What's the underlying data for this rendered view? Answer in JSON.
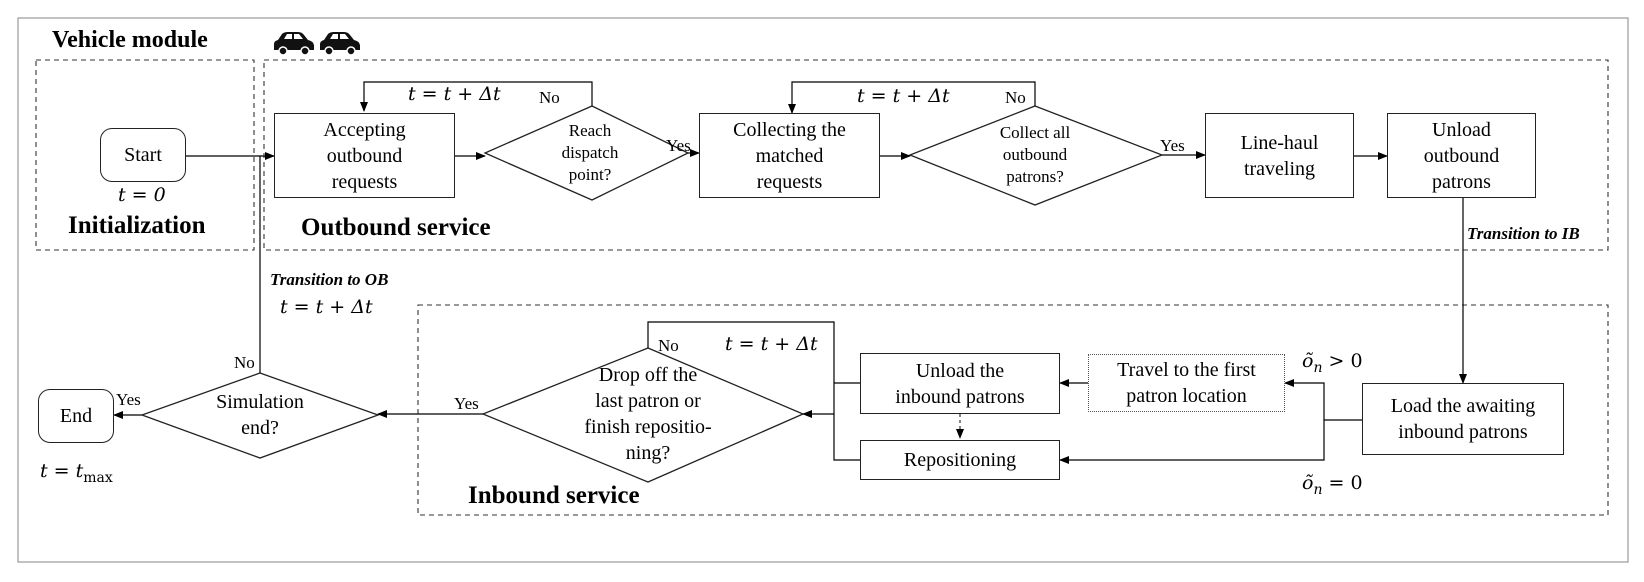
{
  "figure": {
    "title": "Vehicle module",
    "icons": [
      "car-icon",
      "car-icon"
    ],
    "sections": {
      "initialization": "Initialization",
      "outbound": "Outbound service",
      "inbound": "Inbound service"
    },
    "nodes": {
      "start": "Start",
      "accepting": "Accepting\noutbound\nrequests",
      "reach": "Reach\ndispatch\npoint?",
      "collecting": "Collecting the\nmatched\nrequests",
      "collect_all": "Collect all\noutbound\npatrons?",
      "linehaul": "Line-haul\ntraveling",
      "unload_out": "Unload\noutbound\npatrons",
      "load_in": "Load the awaiting\ninbound patrons",
      "travel_first": "Travel to the first\npatron location",
      "unload_in": "Unload the\ninbound patrons",
      "repositioning": "Repositioning",
      "drop_off": "Drop off the\nlast patron or\nfinish repositio-\nning?",
      "sim_end": "Simulation\nend?",
      "end": "End"
    },
    "labels": {
      "t0": "t = 0",
      "tmax": "t = t",
      "tmax_sub": "max",
      "dt1": "t = t + Δt",
      "dt2": "t = t + Δt",
      "dt3": "t = t + Δt",
      "dt4": "t = t + Δt",
      "no1": "No",
      "no2": "No",
      "no3": "No",
      "no4": "No",
      "yes1": "Yes",
      "yes2": "Yes",
      "yes3": "Yes",
      "yes4": "Yes",
      "trans_ib": "Transition to IB",
      "trans_ob": "Transition to OB",
      "on_gt": "õ",
      "on_gt_rest": " > 0",
      "on_eq": "õ",
      "on_eq_rest": " = 0",
      "n_sub": "n"
    }
  }
}
